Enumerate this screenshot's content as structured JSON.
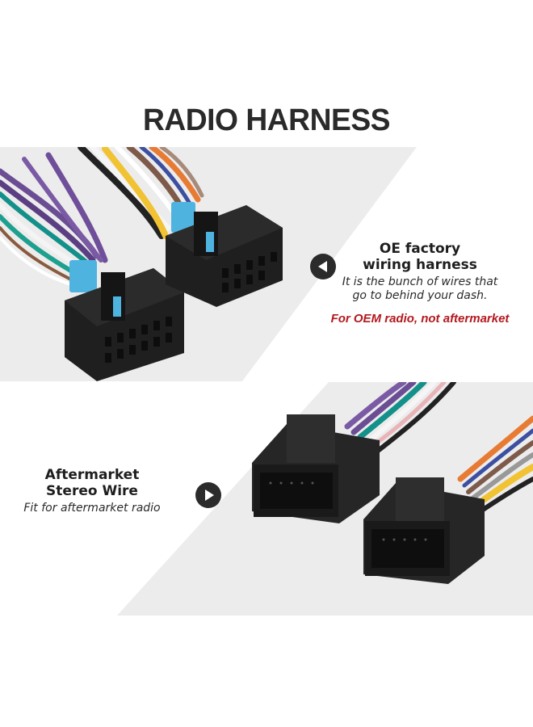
{
  "title": "RADIO HARNESS",
  "oe_section": {
    "heading_line1": "OE factory",
    "heading_line2": "wiring harness",
    "desc_line1": "It is the bunch of wires that",
    "desc_line2": "go to behind your dash.",
    "note": "For OEM radio, not aftermarket",
    "pointer_icon": "arrow-left-circle-icon"
  },
  "aftermarket_section": {
    "heading_line1": "Aftermarket",
    "heading_line2": "Stereo Wire",
    "desc": "Fit for aftermarket radio",
    "pointer_icon": "arrow-right-circle-icon"
  },
  "colors": {
    "panel_bg": "#ececec",
    "title": "#2a2a2a",
    "note_red": "#b3191f",
    "connector_black": "#1f1f1f",
    "clip_blue": "#4fb3e0"
  }
}
